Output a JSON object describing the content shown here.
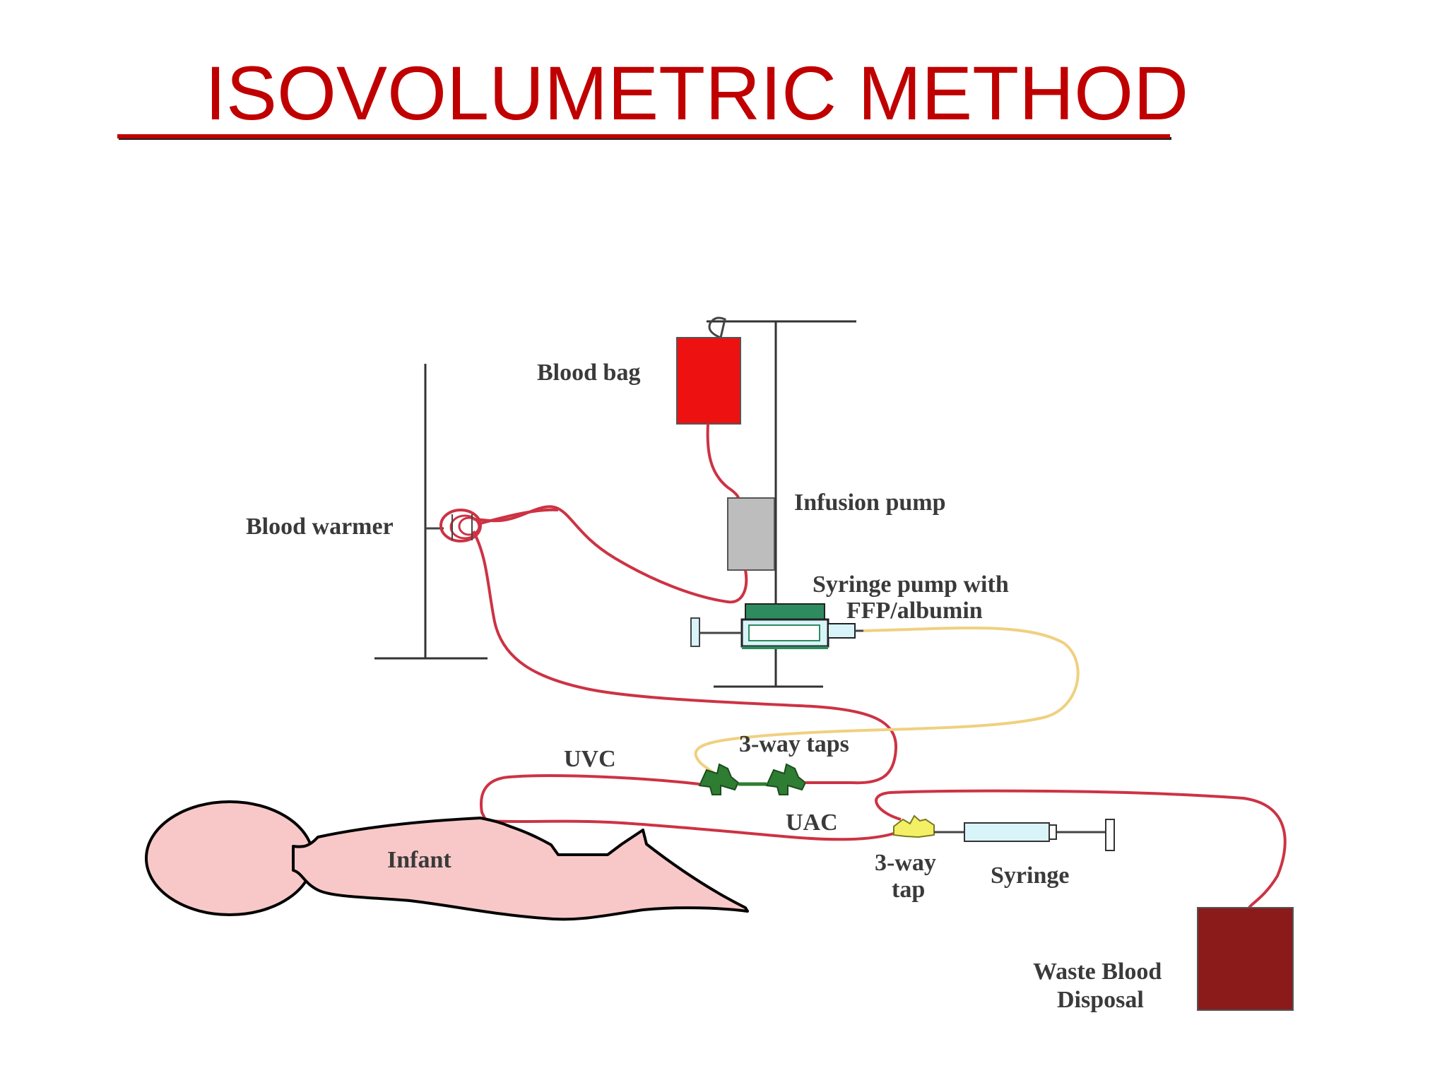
{
  "slide": {
    "title": "ISOVOLUMETRIC METHOD",
    "title_color": "#c00000"
  },
  "labels": {
    "blood_bag": "Blood bag",
    "infusion_pump": "Infusion pump",
    "blood_warmer": "Blood warmer",
    "syringe_pump_line1": "Syringe pump with",
    "syringe_pump_line2": "FFP/albumin",
    "three_way_taps": "3-way taps",
    "uvc": "UVC",
    "uac": "UAC",
    "infant": "Infant",
    "three_way_tap_line1": "3-way",
    "three_way_tap_line2": "tap",
    "syringe": "Syringe",
    "waste_line1": "Waste Blood",
    "waste_line2": "Disposal"
  },
  "colors": {
    "blood_bag": "#ee1111",
    "blood_line": "#cc3344",
    "plasma_line": "#f0d080",
    "infusion_pump": "#bdbdbd",
    "syringe_pump": "#2e8b60",
    "syringe_barrel": "#d8f4f8",
    "taps": "#2e7d32",
    "tap_yellow": "#f4f066",
    "infant_skin": "#f8c8c8",
    "waste_container": "#8b1a1a"
  }
}
